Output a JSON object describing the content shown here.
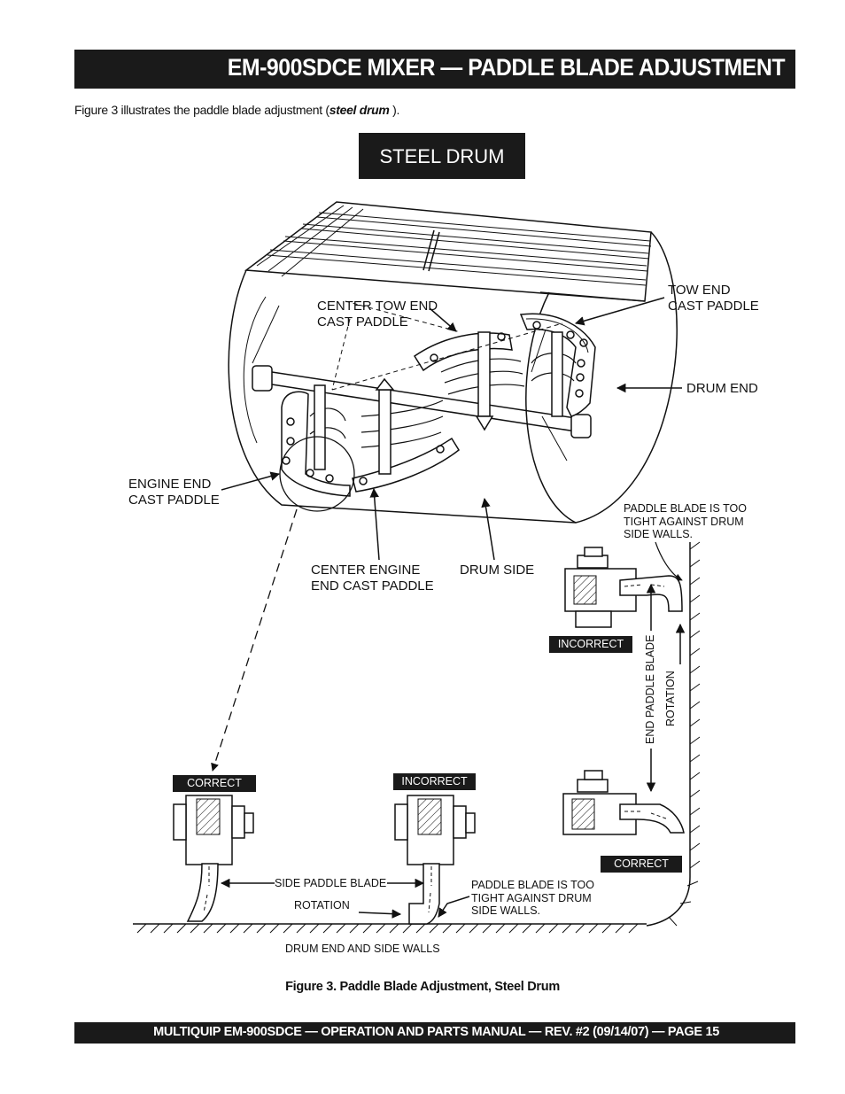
{
  "header": {
    "title": "EM-900SDCE MIXER — PADDLE BLADE ADJUSTMENT"
  },
  "intro": {
    "prefix": "Figure 3 illustrates the paddle blade adjustment (",
    "emphasis": "steel drum",
    "suffix": " )."
  },
  "figure": {
    "drum_label": "STEEL DRUM",
    "labels": {
      "center_tow": "CENTER TOW END\nCAST PADDLE",
      "tow_end": "TOW END\nCAST PADDLE",
      "drum_end": "DRUM END",
      "engine_end": "ENGINE END\nCAST PADDLE",
      "center_engine": "CENTER ENGINE\nEND CAST PADDLE",
      "drum_side": "DRUM SIDE",
      "too_tight_top": "PADDLE BLADE IS TOO\nTIGHT AGAINST DRUM\nSIDE WALLS.",
      "end_paddle_blade": "END PADDLE BLADE",
      "rotation_vertical": "ROTATION",
      "side_paddle_blade": "SIDE PADDLE BLADE",
      "rotation_horizontal": "ROTATION",
      "too_tight_bottom": "PADDLE BLADE IS TOO\nTIGHT AGAINST DRUM\nSIDE WALLS.",
      "drum_walls": "DRUM END AND SIDE WALLS"
    },
    "tags": {
      "incorrect_top": "INCORRECT",
      "correct_left": "CORRECT",
      "incorrect_mid": "INCORRECT",
      "correct_right": "CORRECT"
    },
    "caption": "Figure 3.  Paddle Blade Adjustment, Steel Drum"
  },
  "footer": {
    "text": "MULTIQUIP EM-900SDCE — OPERATION AND PARTS MANUAL — REV. #2 (09/14/07) — PAGE 15"
  }
}
